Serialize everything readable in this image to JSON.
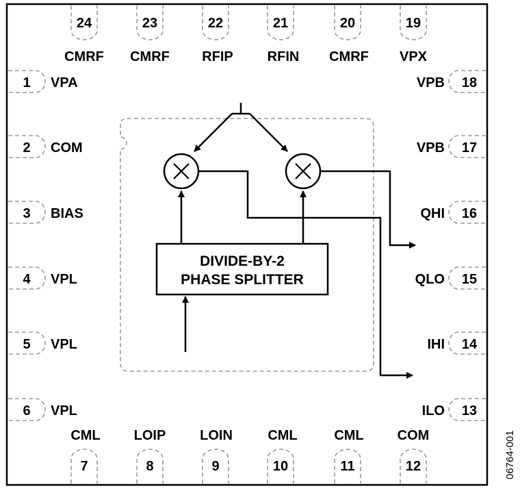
{
  "pins": {
    "left": [
      {
        "number": "1",
        "name": "VPA"
      },
      {
        "number": "2",
        "name": "COM"
      },
      {
        "number": "3",
        "name": "BIAS"
      },
      {
        "number": "4",
        "name": "VPL"
      },
      {
        "number": "5",
        "name": "VPL"
      },
      {
        "number": "6",
        "name": "VPL"
      }
    ],
    "bottom": [
      {
        "number": "7",
        "name": "CML"
      },
      {
        "number": "8",
        "name": "LOIP"
      },
      {
        "number": "9",
        "name": "LOIN"
      },
      {
        "number": "10",
        "name": "CML"
      },
      {
        "number": "11",
        "name": "CML"
      },
      {
        "number": "12",
        "name": "COM"
      }
    ],
    "right": [
      {
        "number": "18",
        "name": "VPB"
      },
      {
        "number": "17",
        "name": "VPB"
      },
      {
        "number": "16",
        "name": "QHI"
      },
      {
        "number": "15",
        "name": "QLO"
      },
      {
        "number": "14",
        "name": "IHI"
      },
      {
        "number": "13",
        "name": "ILO"
      }
    ],
    "top": [
      {
        "number": "24",
        "name": "CMRF"
      },
      {
        "number": "23",
        "name": "CMRF"
      },
      {
        "number": "22",
        "name": "RFIP"
      },
      {
        "number": "21",
        "name": "RFIN"
      },
      {
        "number": "20",
        "name": "CMRF"
      },
      {
        "number": "19",
        "name": "VPX"
      }
    ]
  },
  "phase_splitter": {
    "line1": "DIVIDE-BY-2",
    "line2": "PHASE SPLITTER"
  },
  "figure_code": "06764-001"
}
